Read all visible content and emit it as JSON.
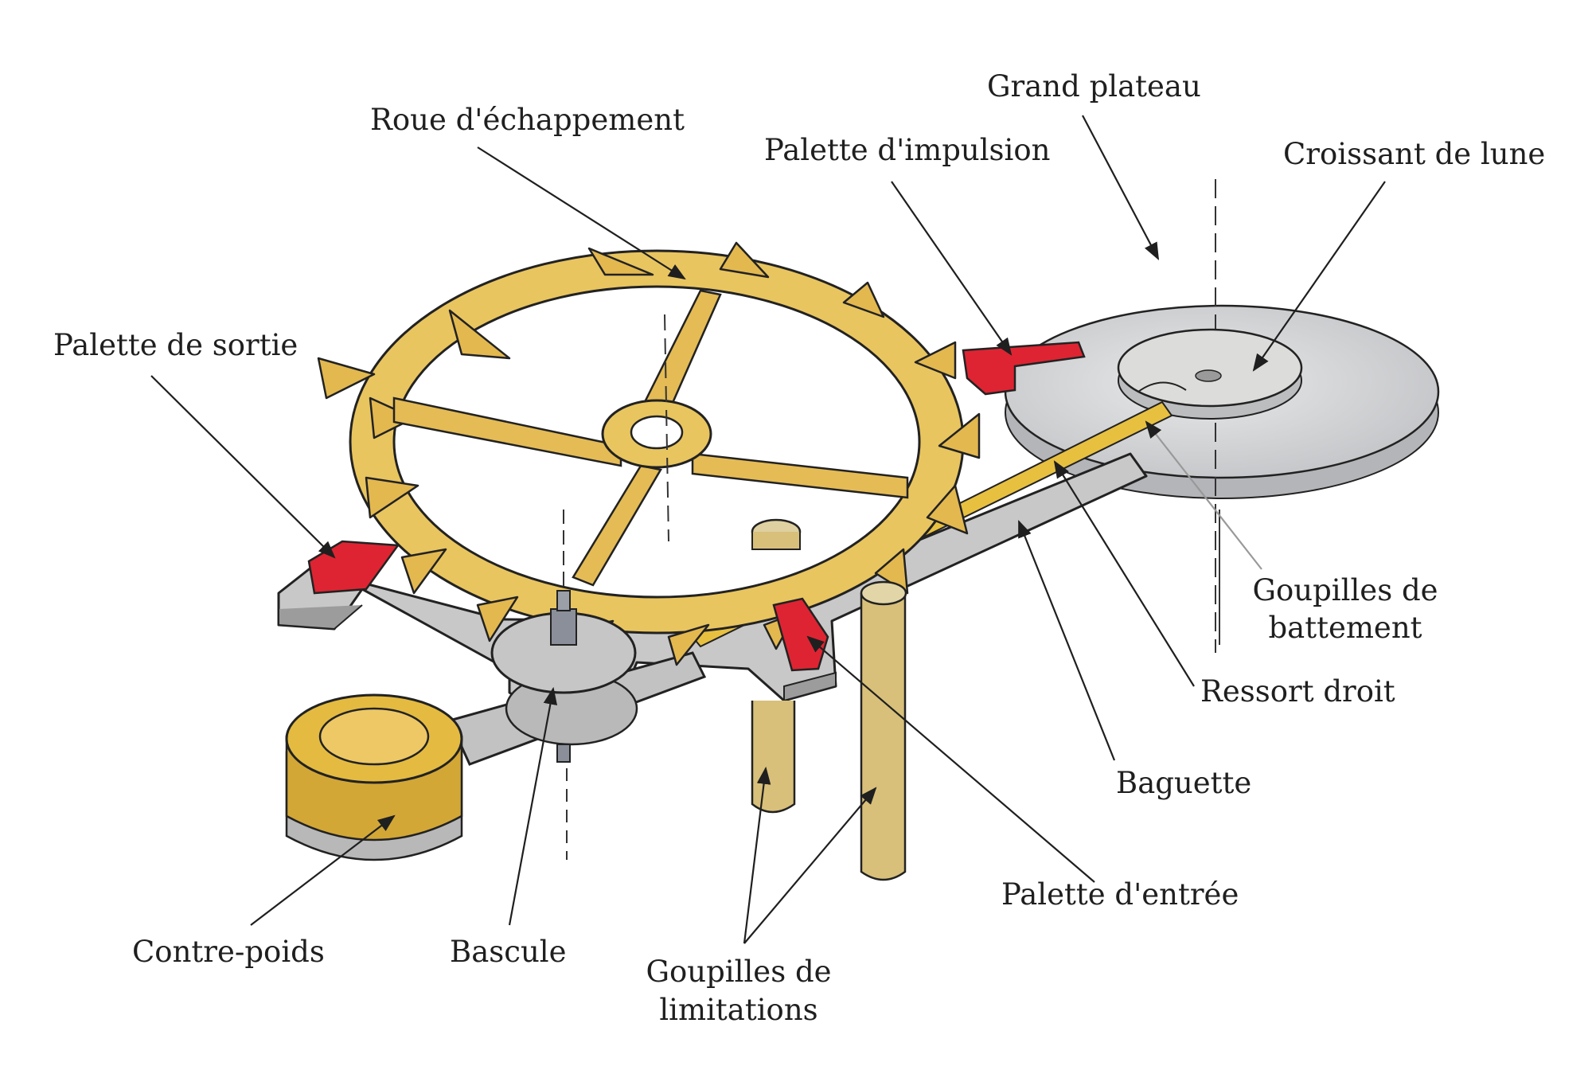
{
  "colors": {
    "gold": "#e9c55f",
    "gold_dark": "#c98f2a",
    "steel": "#c9c9c9",
    "steel_dark": "#8f8f8f",
    "red": "#de2432",
    "brass": "#d8c07a",
    "plate": "#d6d7d9",
    "ink": "#1f1f1f"
  },
  "labels": {
    "roue": "Roue d'échappement",
    "grand_plateau": "Grand plateau",
    "palette_impulsion": "Palette d'impulsion",
    "croissant": "Croissant de lune",
    "palette_sortie": "Palette de sortie",
    "goupilles_battement_1": "Goupilles de",
    "goupilles_battement_2": "battement",
    "ressort": "Ressort droit",
    "baguette": "Baguette",
    "palette_entree": "Palette d'entrée",
    "contre_poids": "Contre-poids",
    "bascule": "Bascule",
    "goupilles_limitations_1": "Goupilles de",
    "goupilles_limitations_2": "limitations"
  }
}
